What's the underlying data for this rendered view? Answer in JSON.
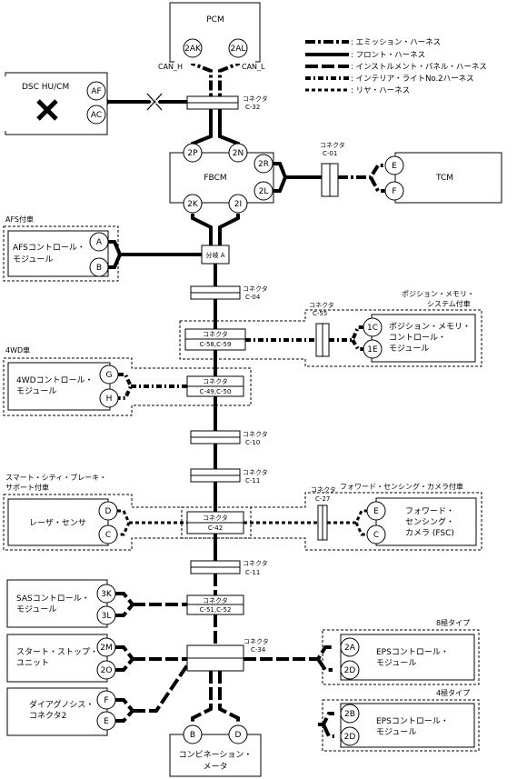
{
  "legend": {
    "emission": ": エミッション・ハーネス",
    "front": ": フロント・ハーネス",
    "instrument": ": インストルメント・パネル・ハーネス",
    "interior": ": インテリア・ライトNo.2ハーネス",
    "rear": ": リヤ・ハーネス"
  },
  "modules": {
    "pcm": {
      "name": "PCM",
      "pin1": "2AK",
      "pin2": "2AL",
      "can_h": "CAN_H",
      "can_l": "CAN_L"
    },
    "dsc": {
      "name": "DSC HU/CM",
      "pin1": "AF",
      "pin2": "AC"
    },
    "fbcm": {
      "name": "FBCM",
      "pins": [
        "2P",
        "2N",
        "2R",
        "2L",
        "2K",
        "2I"
      ]
    },
    "tcm": {
      "name": "TCM",
      "pin1": "E",
      "pin2": "F"
    },
    "afs": {
      "group": "AFS付車",
      "name1": "AFSコントロール・",
      "name2": "モジュール",
      "pin1": "A",
      "pin2": "B"
    },
    "memory": {
      "group1": "ポジション・メモリ・",
      "group2": "システム付車",
      "name1": "ポジション・メモリ・",
      "name2": "コントロール・",
      "name3": "モジュール",
      "pin1": "1C",
      "pin2": "1E"
    },
    "fourwd": {
      "group": "4WD車",
      "name1": "4WDコントロール・",
      "name2": "モジュール",
      "pin1": "G",
      "pin2": "H"
    },
    "laser": {
      "group1": "スマート・シティ・ブレーキ・",
      "group2": "サポート付車",
      "name": "レーザ・センサ",
      "pin1": "D",
      "pin2": "C"
    },
    "camera": {
      "group": "フォワード・センシング・カメラ付車",
      "name1": "フォワード・",
      "name2": "センシング・",
      "name3": "カメラ (FSC)",
      "pin1": "E",
      "pin2": "C"
    },
    "sas": {
      "name1": "SASコントロール・",
      "name2": "モジュール",
      "pin1": "3K",
      "pin2": "3L"
    },
    "startstop": {
      "name1": "スタート・ストップ・",
      "name2": "ユニット",
      "pin1": "2M",
      "pin2": "2O"
    },
    "diag": {
      "name1": "ダイアグノシス・",
      "name2": "コネクタ2",
      "pin1": "F",
      "pin2": "E"
    },
    "eps8": {
      "group": "8極タイプ",
      "name1": "EPSコントロール・",
      "name2": "モジュール",
      "pin1": "2A",
      "pin2": "2D"
    },
    "eps4": {
      "group": "4極タイプ",
      "name1": "EPSコントロール・",
      "name2": "モジュール",
      "pin1": "2B",
      "pin2": "2D"
    },
    "meter": {
      "name1": "コンビネーション・",
      "name2": "メータ",
      "pin1": "B",
      "pin2": "D"
    }
  },
  "connectors": {
    "word": "コネクタ",
    "c32": "C-32",
    "c01": "C-01",
    "bunki": "分岐 A",
    "c04": "C-04",
    "c55": "C-55",
    "c58": "C-58,C-59",
    "c49": "C-49,C-50",
    "c10": "C-10",
    "c11a": "C-11",
    "c27": "C-27",
    "c42": "C-42",
    "c11b": "C-11",
    "c51": "C-51,C-52",
    "c34": "C-34"
  },
  "icons": {
    "failure": "cross-mark-icon",
    "broken_line": "broken-line-icon"
  }
}
